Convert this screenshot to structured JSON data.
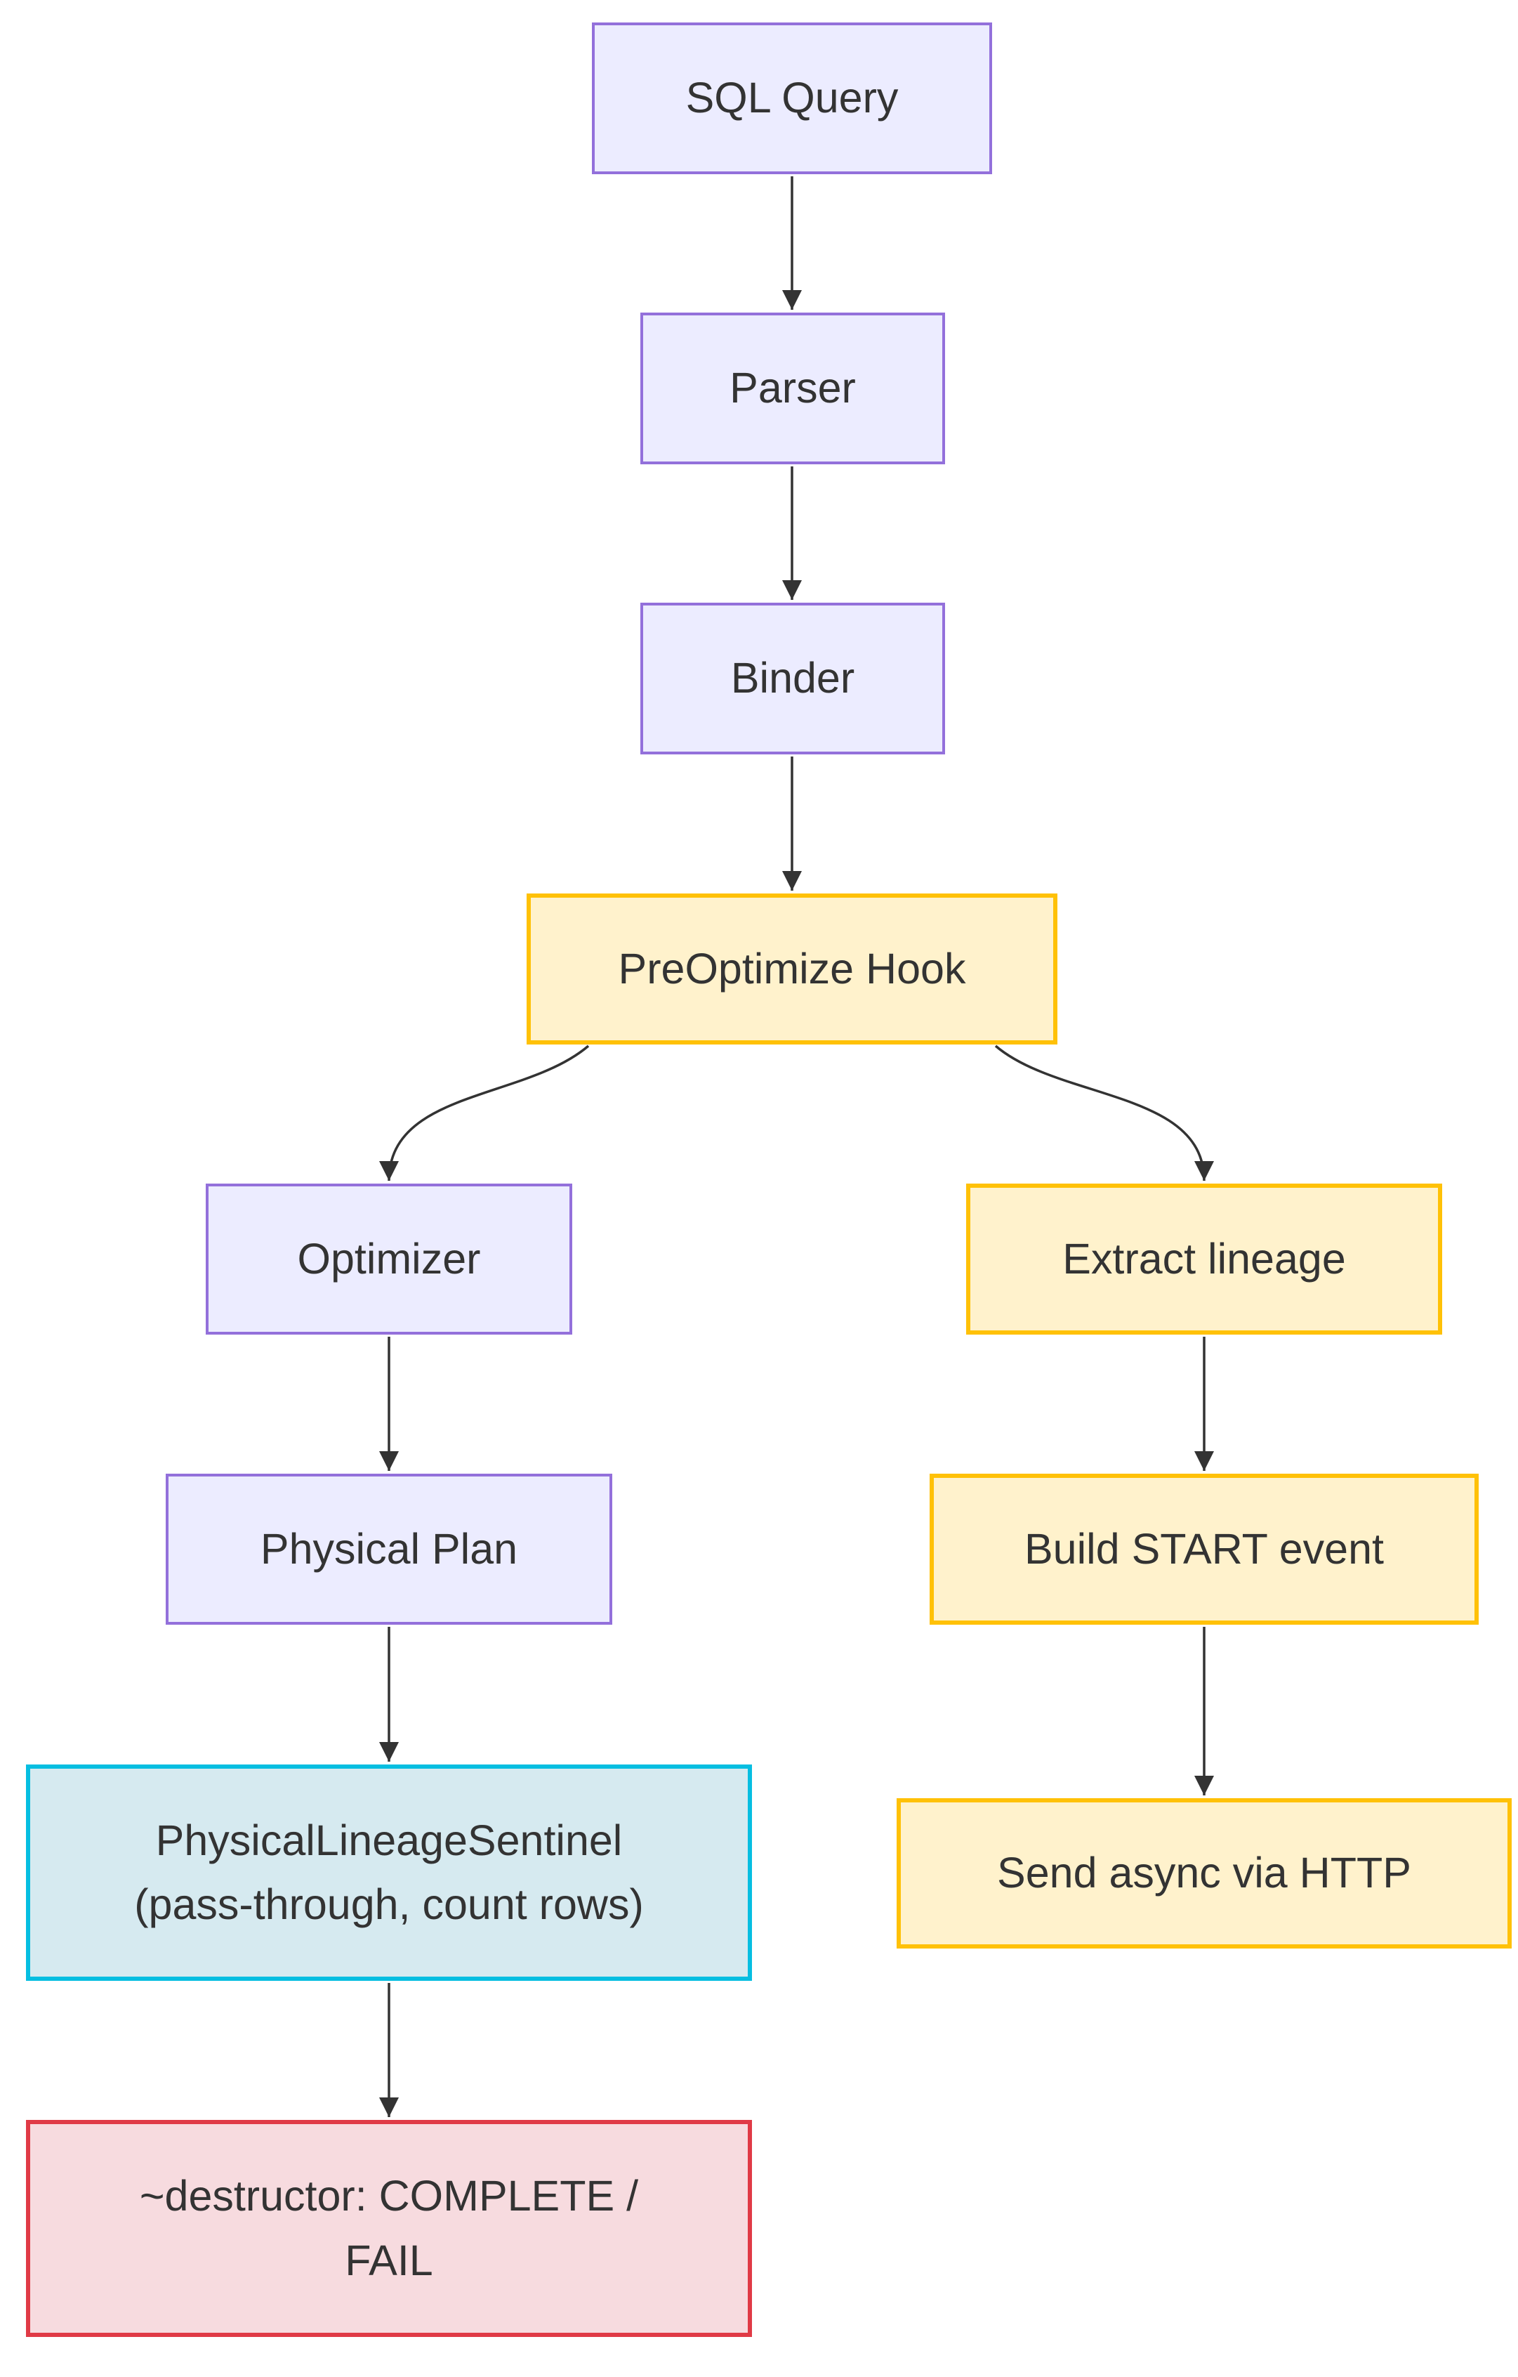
{
  "diagram": {
    "type": "flowchart",
    "direction": "top-down",
    "background": "#ffffff"
  },
  "colors": {
    "edge": "#333333",
    "text": "#333333",
    "purple": {
      "fill": "#ECECFF",
      "stroke": "#9370DB"
    },
    "yellow": {
      "fill": "#FFF2CC",
      "stroke": "#FFC107"
    },
    "cyan": {
      "fill": "#D6EAF0",
      "stroke": "#06BEE1"
    },
    "red": {
      "fill": "#F7DBDF",
      "stroke": "#E03A46"
    }
  },
  "nodes": {
    "sql_query": {
      "label": "SQL Query",
      "style": "purple"
    },
    "parser": {
      "label": "Parser",
      "style": "purple"
    },
    "binder": {
      "label": "Binder",
      "style": "purple"
    },
    "preoptimize_hook": {
      "label": "PreOptimize Hook",
      "style": "yellow"
    },
    "optimizer": {
      "label": "Optimizer",
      "style": "purple"
    },
    "extract_lineage": {
      "label": "Extract lineage",
      "style": "yellow"
    },
    "physical_plan": {
      "label": "Physical Plan",
      "style": "purple"
    },
    "build_start_event": {
      "label": "Build START event",
      "style": "yellow"
    },
    "physical_lineage_sentinel": {
      "label_line1": "PhysicalLineageSentinel",
      "label_line2": "(pass-through, count rows)",
      "style": "cyan"
    },
    "send_async_via_http": {
      "label": "Send async via HTTP",
      "style": "yellow"
    },
    "destructor": {
      "label_line1": "~destructor: COMPLETE /",
      "label_line2": "FAIL",
      "style": "red"
    }
  },
  "edges": [
    {
      "from": "sql_query",
      "to": "parser"
    },
    {
      "from": "parser",
      "to": "binder"
    },
    {
      "from": "binder",
      "to": "preoptimize_hook"
    },
    {
      "from": "preoptimize_hook",
      "to": "optimizer"
    },
    {
      "from": "preoptimize_hook",
      "to": "extract_lineage"
    },
    {
      "from": "optimizer",
      "to": "physical_plan"
    },
    {
      "from": "physical_plan",
      "to": "physical_lineage_sentinel"
    },
    {
      "from": "physical_lineage_sentinel",
      "to": "destructor"
    },
    {
      "from": "extract_lineage",
      "to": "build_start_event"
    },
    {
      "from": "build_start_event",
      "to": "send_async_via_http"
    }
  ]
}
